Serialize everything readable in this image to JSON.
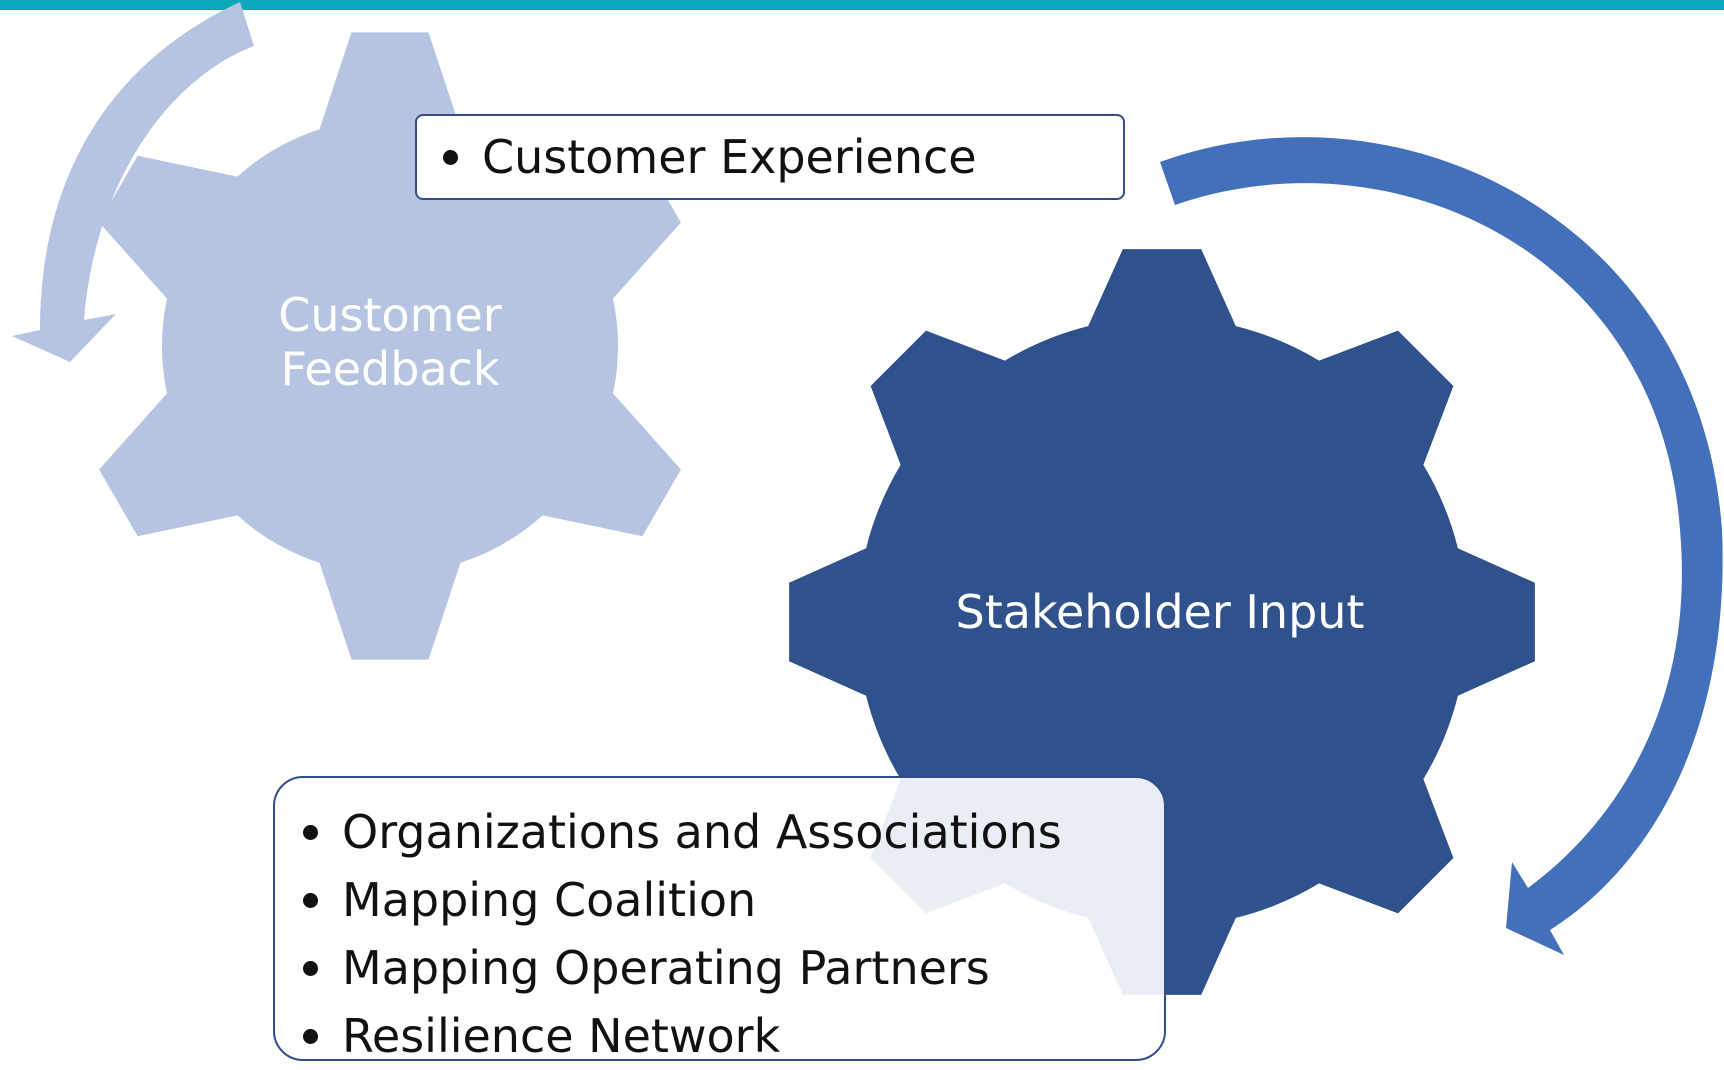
{
  "colors": {
    "top_bar": "#0aa9ba",
    "gear_light": "#b6c3e1",
    "gear_dark": "#2f528d",
    "arrow_light": "#b6c3e1",
    "arrow_dark": "#4370ba",
    "box_border": "#2f4f88"
  },
  "gears": {
    "customer_feedback": {
      "label_line1": "Customer",
      "label_line2": "Feedback"
    },
    "stakeholder_input": {
      "label": "Stakeholder Input"
    }
  },
  "boxes": {
    "top": {
      "items": [
        "Customer Experience"
      ]
    },
    "bottom": {
      "items": [
        "Organizations and Associations",
        "Mapping Coalition",
        "Mapping Operating Partners",
        "Resilience Network"
      ]
    }
  },
  "icons": {
    "light_arrow": "curved-arrow-counterclockwise-icon",
    "dark_arrow": "curved-arrow-clockwise-icon"
  }
}
